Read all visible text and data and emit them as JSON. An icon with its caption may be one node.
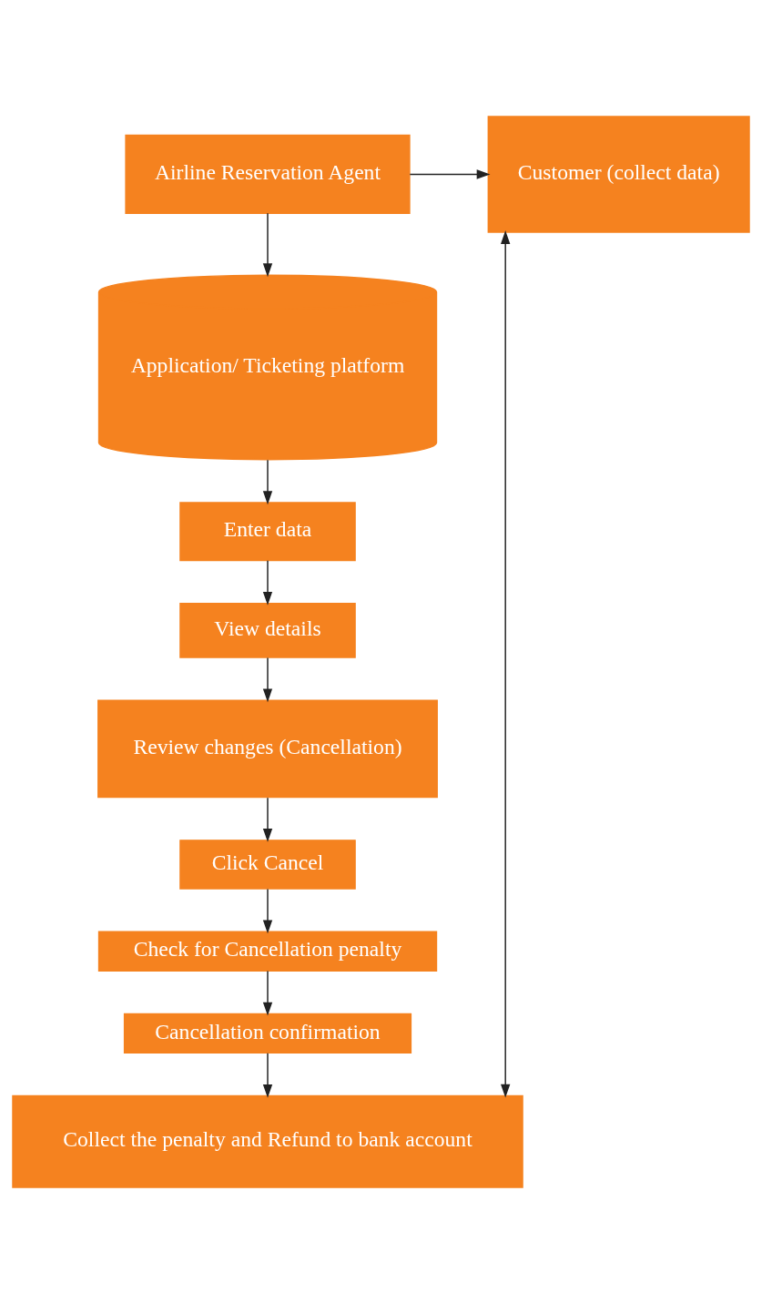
{
  "diagram": {
    "nodes": [
      {
        "text": [
          "Airline Reservation Agent"
        ]
      },
      {
        "text": [
          "Customer (collect data)"
        ]
      },
      {
        "text": [
          "Application/ Ticketing platform"
        ]
      },
      {
        "text": [
          "Enter data"
        ]
      },
      {
        "text": [
          "View details"
        ]
      },
      {
        "text": [
          "Review changes (Cancellation)"
        ]
      },
      {
        "text": [
          "Click Cancel"
        ]
      },
      {
        "text": [
          "Check for Cancellation penalty"
        ]
      },
      {
        "text": [
          "Cancellation confirmation"
        ]
      },
      {
        "text": [
          "Collect the penalty and Refund to bank account"
        ]
      }
    ],
    "edges": [
      {
        "from": 0,
        "to": 2,
        "arrow": "to"
      },
      {
        "from": 0,
        "to": 1,
        "arrow": "to"
      },
      {
        "from": 2,
        "to": 3,
        "arrow": "to"
      },
      {
        "from": 3,
        "to": 4,
        "arrow": "to"
      },
      {
        "from": 4,
        "to": 5,
        "arrow": "to"
      },
      {
        "from": 5,
        "to": 6,
        "arrow": "to"
      },
      {
        "from": 6,
        "to": 7,
        "arrow": "to"
      },
      {
        "from": 7,
        "to": 8,
        "arrow": "to"
      },
      {
        "from": 8,
        "to": 9,
        "arrow": "to"
      },
      {
        "from": 9,
        "to": 1,
        "arrow": "both"
      }
    ]
  }
}
